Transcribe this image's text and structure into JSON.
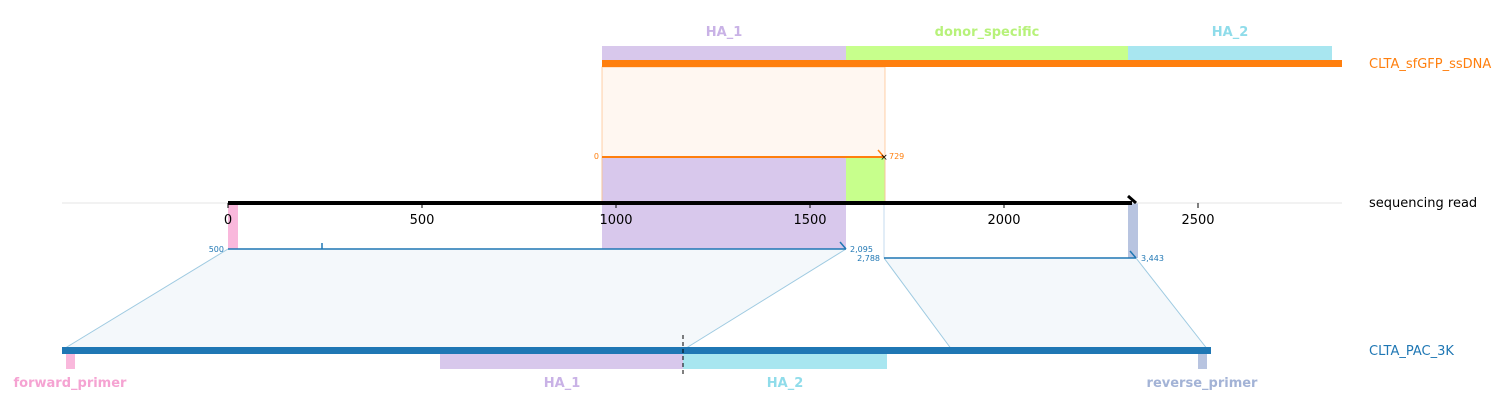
{
  "colors": {
    "ha1": "#d8c8ec",
    "ha1_text": "#c9b2e6",
    "donor": "#c7ff8c",
    "donor_text": "#b7f27a",
    "ha2": "#a8e6f0",
    "ha2_text": "#8fdcea",
    "forward_primer": "#f9b8dc",
    "forward_primer_text": "#f5a3d2",
    "reverse_primer": "#b8c4e0",
    "reverse_primer_text": "#a3b3d6",
    "donor_track": "#ff7f0e",
    "reference_track": "#1f77b4",
    "read_track": "#000000"
  },
  "tracks": {
    "donor": {
      "label": "CLTA_sfGFP_ssDNA"
    },
    "read": {
      "label": "sequencing read"
    },
    "reference": {
      "label": "CLTA_PAC_3K"
    }
  },
  "donor_features": [
    {
      "name": "HA_1",
      "color_key": "ha1"
    },
    {
      "name": "donor_specific",
      "color_key": "donor"
    },
    {
      "name": "HA_2",
      "color_key": "ha2"
    }
  ],
  "reference_features": [
    {
      "name": "forward_primer",
      "color_key": "forward_primer"
    },
    {
      "name": "HA_1",
      "color_key": "ha1"
    },
    {
      "name": "HA_2",
      "color_key": "ha2"
    },
    {
      "name": "reverse_primer",
      "color_key": "reverse_primer"
    }
  ],
  "read_axis": {
    "ticks": [
      0,
      500,
      1000,
      1500,
      2000,
      2500
    ],
    "tick_labels": [
      "0",
      "500",
      "1000",
      "1500",
      "2000",
      "2500"
    ],
    "read_length": 2350
  },
  "alignments": [
    {
      "track": "donor",
      "read_start": 965,
      "read_end": 1695,
      "ref_start_label": "0",
      "ref_end_label": "729",
      "strand": "+"
    },
    {
      "track": "reference",
      "read_start": 0,
      "read_end": 1600,
      "ref_start_label": "500",
      "ref_end_label": "2,095",
      "strand": "+"
    },
    {
      "track": "reference",
      "read_start": 1695,
      "read_end": 2350,
      "ref_start_label": "2,788",
      "ref_end_label": "3,443",
      "strand": "+"
    }
  ]
}
